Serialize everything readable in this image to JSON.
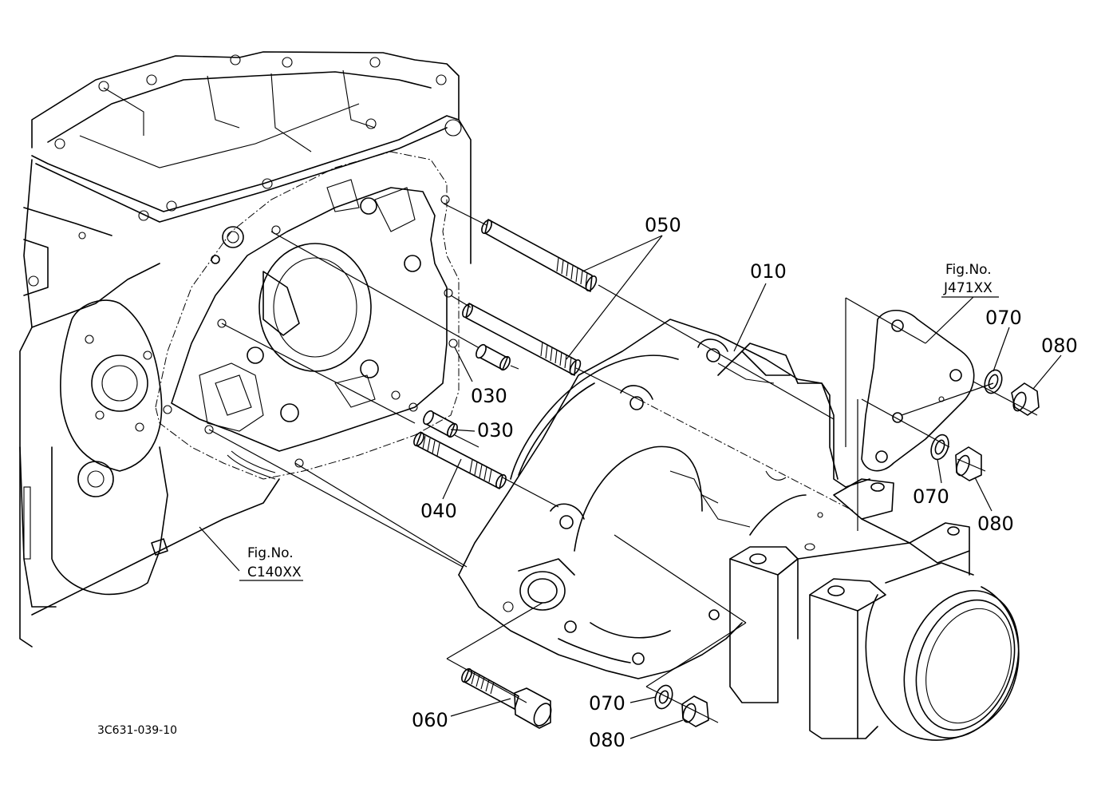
{
  "diagram": {
    "drawing_code": "3C631-039-10",
    "figure_refs": [
      {
        "id": "fig-ref-j471",
        "line1": "Fig.No.",
        "line2": "J471XX"
      },
      {
        "id": "fig-ref-c140",
        "line1": "Fig.No.",
        "line2": "C140XX"
      }
    ],
    "callouts": {
      "c010": "010",
      "c030a": "030",
      "c030b": "030",
      "c040": "040",
      "c050": "050",
      "c060": "060",
      "c070a": "070",
      "c070b": "070",
      "c070c": "070",
      "c080a": "080",
      "c080b": "080",
      "c080c": "080"
    }
  }
}
